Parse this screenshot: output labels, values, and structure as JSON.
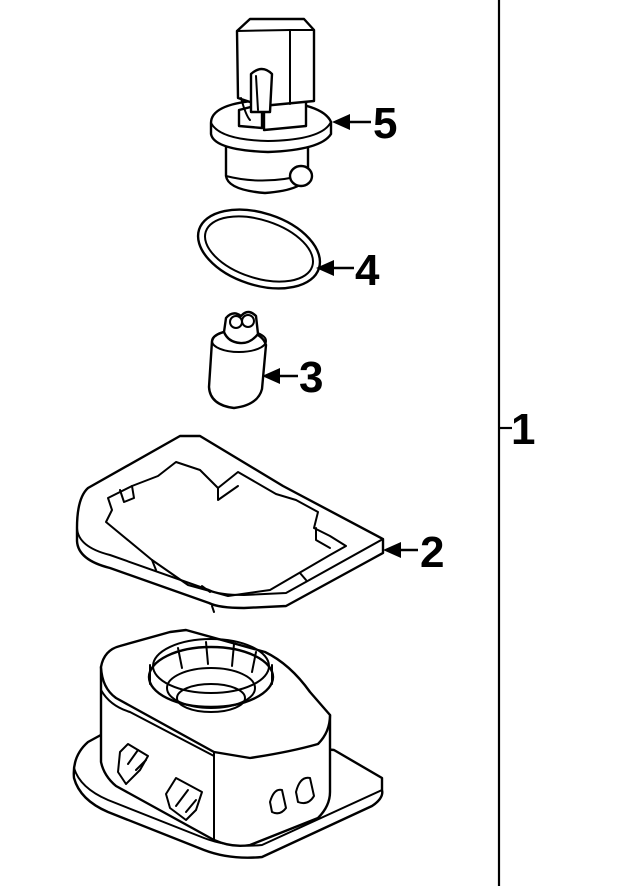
{
  "diagram": {
    "assembly": {
      "number": "1"
    },
    "callouts": [
      {
        "id": "socket",
        "number": "5"
      },
      {
        "id": "seal",
        "number": "4"
      },
      {
        "id": "bulb",
        "number": "3"
      },
      {
        "id": "lens",
        "number": "2"
      }
    ],
    "line_color": "#000000",
    "background_color": "#ffffff"
  }
}
